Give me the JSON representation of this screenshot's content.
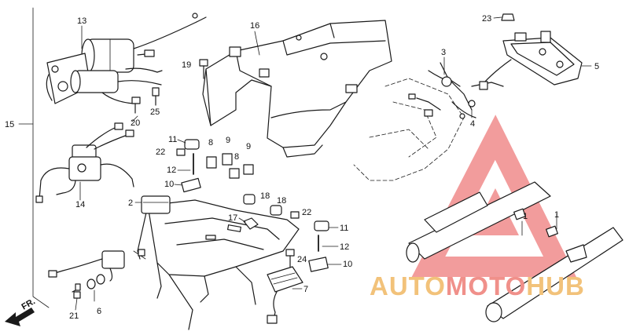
{
  "watermark": {
    "parts": [
      "AUTO",
      "MOTO",
      "HUB"
    ],
    "colors": {
      "auto": "#f2c27a",
      "moto": "#f0908a",
      "hub": "#f2c27a",
      "triangle": "#e84c4c"
    }
  },
  "callouts": [
    "13",
    "16",
    "23",
    "5",
    "3",
    "19",
    "4",
    "15",
    "20",
    "25",
    "11",
    "8",
    "9",
    "22",
    "12",
    "10",
    "2",
    "18",
    "17",
    "1",
    "14",
    "6",
    "7",
    "21",
    "24"
  ],
  "direction_label": "FR."
}
